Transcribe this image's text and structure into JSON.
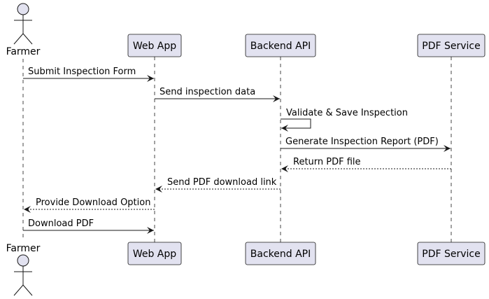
{
  "participants": [
    {
      "id": "farmer",
      "label": "Farmer",
      "kind": "actor"
    },
    {
      "id": "webapp",
      "label": "Web App",
      "kind": "box"
    },
    {
      "id": "backend",
      "label": "Backend API",
      "kind": "box"
    },
    {
      "id": "pdf",
      "label": "PDF Service",
      "kind": "box"
    }
  ],
  "messages": [
    {
      "from": "farmer",
      "to": "webapp",
      "label": "Submit Inspection Form",
      "style": "solid"
    },
    {
      "from": "webapp",
      "to": "backend",
      "label": "Send inspection data",
      "style": "solid"
    },
    {
      "from": "backend",
      "to": "backend",
      "label": "Validate & Save Inspection",
      "style": "solid"
    },
    {
      "from": "backend",
      "to": "pdf",
      "label": "Generate Inspection Report (PDF)",
      "style": "solid"
    },
    {
      "from": "pdf",
      "to": "backend",
      "label": "Return PDF file",
      "style": "dashed"
    },
    {
      "from": "backend",
      "to": "webapp",
      "label": "Send PDF download link",
      "style": "dashed"
    },
    {
      "from": "webapp",
      "to": "farmer",
      "label": "Provide Download Option",
      "style": "dashed"
    },
    {
      "from": "farmer",
      "to": "webapp",
      "label": "Download PDF",
      "style": "solid"
    }
  ],
  "colors": {
    "participant_fill": "#e2e2f0",
    "participant_stroke": "#181818",
    "lifeline": "#181818",
    "arrow": "#181818"
  }
}
